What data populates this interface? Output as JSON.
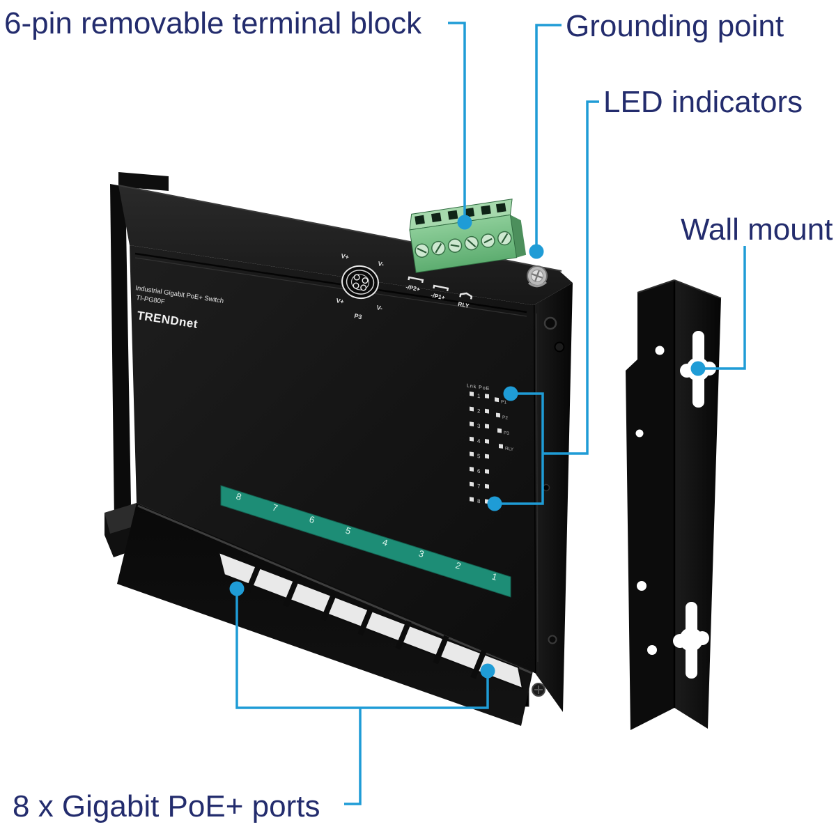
{
  "colors": {
    "background": "#ffffff",
    "callout_line": "#1f9cd6",
    "label_text": "#232c6d",
    "chassis": "#141414",
    "port_strip": "#1d8d76",
    "terminal_block_green": "#74bd82",
    "metal_contacts": "#e9e9e9"
  },
  "callouts": {
    "terminal_block": "6-pin removable terminal block",
    "grounding_point": "Grounding point",
    "led_indicators": "LED indicators",
    "wall_mount": "Wall mount",
    "poe_ports": "8 x Gigabit PoE+ ports"
  },
  "device": {
    "brand": "TRENDnet",
    "product_line1": "Industrial Gigabit PoE+ Switch",
    "product_line2": "TI-PG80F",
    "port_numbers": [
      "8",
      "7",
      "6",
      "5",
      "4",
      "3",
      "2",
      "1"
    ],
    "led_panel": {
      "header": "Lnk PoE",
      "port_rows": [
        "1",
        "2",
        "3",
        "4",
        "5",
        "6",
        "7",
        "8"
      ],
      "status_labels": [
        "P1",
        "P2",
        "P3",
        "RLY"
      ]
    },
    "terminal_labels": [
      "-/P2+",
      "-/P1+",
      "RLY"
    ],
    "power_connector": {
      "corner_labels": [
        "V+",
        "V-",
        "V+",
        "V-"
      ],
      "name": "P3"
    }
  }
}
